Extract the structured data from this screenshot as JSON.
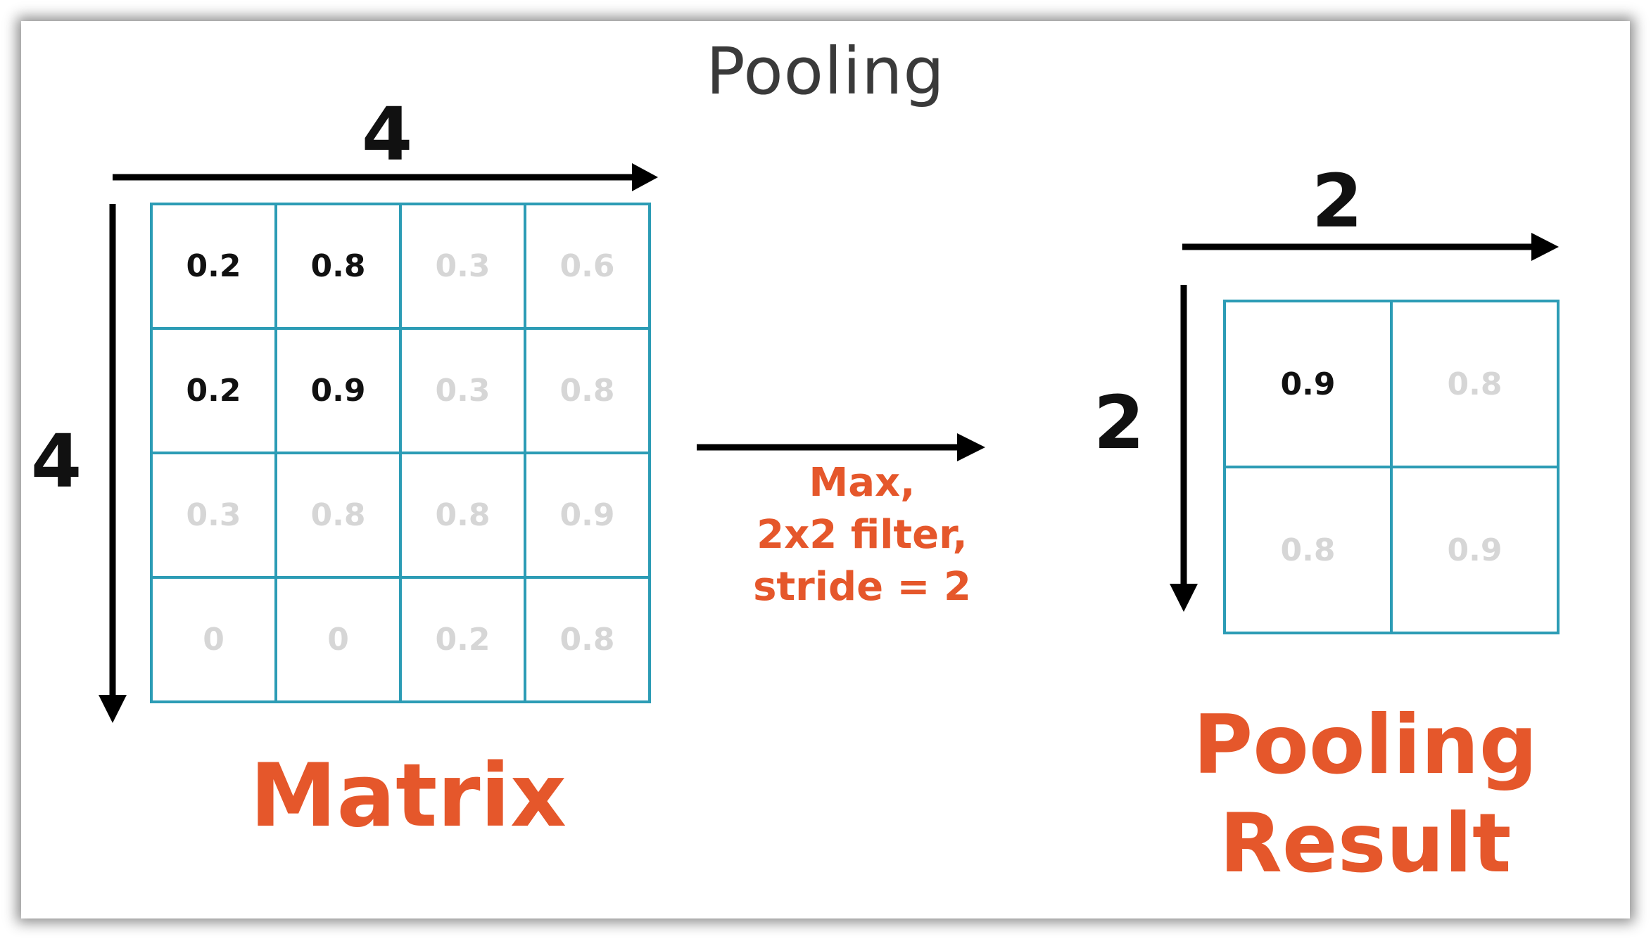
{
  "title": "Pooling",
  "matrix": {
    "cols_label": "4",
    "rows_label": "4",
    "rows": [
      [
        {
          "v": "0.2",
          "hi": true
        },
        {
          "v": "0.8",
          "hi": true
        },
        {
          "v": "0.3",
          "hi": false
        },
        {
          "v": "0.6",
          "hi": false
        }
      ],
      [
        {
          "v": "0.2",
          "hi": true
        },
        {
          "v": "0.9",
          "hi": true
        },
        {
          "v": "0.3",
          "hi": false
        },
        {
          "v": "0.8",
          "hi": false
        }
      ],
      [
        {
          "v": "0.3",
          "hi": false
        },
        {
          "v": "0.8",
          "hi": false
        },
        {
          "v": "0.8",
          "hi": false
        },
        {
          "v": "0.9",
          "hi": false
        }
      ],
      [
        {
          "v": "0",
          "hi": false
        },
        {
          "v": "0",
          "hi": false
        },
        {
          "v": "0.2",
          "hi": false
        },
        {
          "v": "0.8",
          "hi": false
        }
      ]
    ],
    "label": "Matrix"
  },
  "operation": {
    "line1": "Max,",
    "line2": "2x2 filter,",
    "line3": "stride = 2"
  },
  "result": {
    "cols_label": "2",
    "rows_label": "2",
    "rows": [
      [
        {
          "v": "0.9",
          "hi": true
        },
        {
          "v": "0.8",
          "hi": false
        }
      ],
      [
        {
          "v": "0.8",
          "hi": false
        },
        {
          "v": "0.9",
          "hi": false
        }
      ]
    ],
    "label_line1": "Pooling",
    "label_line2": "Result"
  },
  "colors": {
    "grid_border": "#2c9cb5",
    "accent": "#e5572b",
    "highlight_text": "#111111",
    "dim_text": "#d6d6d6"
  }
}
